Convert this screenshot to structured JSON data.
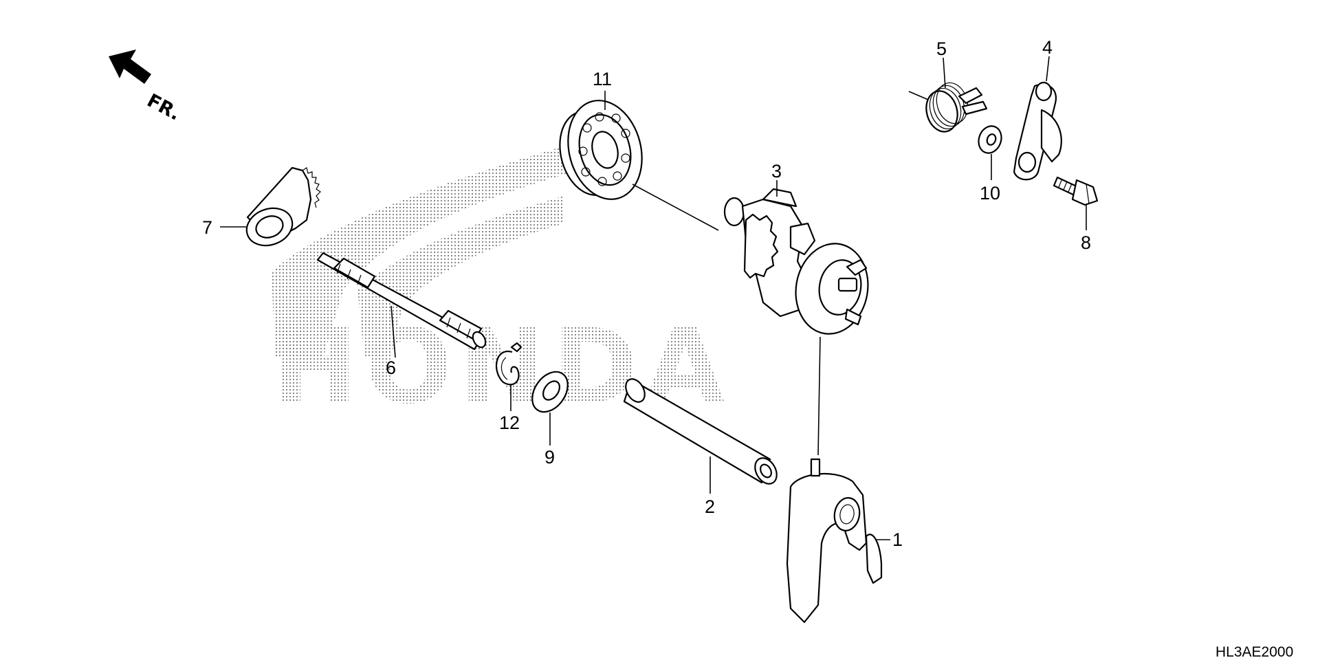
{
  "diagram": {
    "direction_label": "FR.",
    "watermark_text": "HONDA",
    "diagram_code": "HL3AE2000",
    "callouts": [
      {
        "id": "callout-1",
        "label": "1"
      },
      {
        "id": "callout-2",
        "label": "2"
      },
      {
        "id": "callout-3",
        "label": "3"
      },
      {
        "id": "callout-4",
        "label": "4"
      },
      {
        "id": "callout-5",
        "label": "5"
      },
      {
        "id": "callout-6",
        "label": "6"
      },
      {
        "id": "callout-7",
        "label": "7"
      },
      {
        "id": "callout-8",
        "label": "8"
      },
      {
        "id": "callout-9",
        "label": "9"
      },
      {
        "id": "callout-10",
        "label": "10"
      },
      {
        "id": "callout-11",
        "label": "11"
      },
      {
        "id": "callout-12",
        "label": "12"
      }
    ]
  }
}
